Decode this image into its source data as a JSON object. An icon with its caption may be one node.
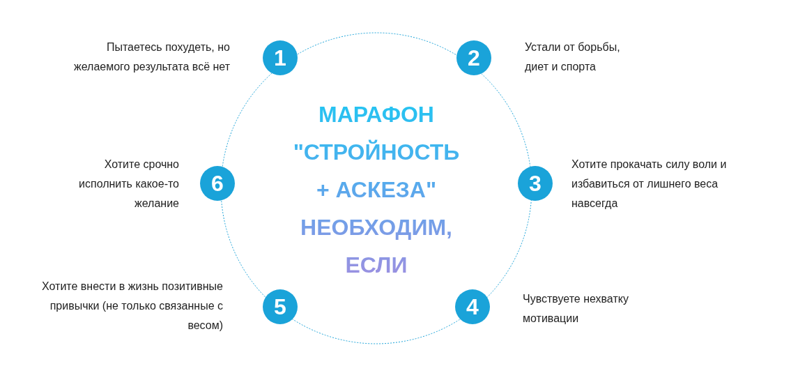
{
  "diagram": {
    "nodes": [
      {
        "text": [
          "МАРАФОН \"СТРОЙНОСТЬ + АСКЕЗА\" НЕОБХОДИМ, ЕСЛИ"
        ]
      },
      {
        "text": [
          "1"
        ],
        "beside": [
          "Пытаетесь похудеть, но желаемого результата всё нет"
        ]
      },
      {
        "text": [
          "2"
        ],
        "beside": [
          "Устали от борьбы, диет и спорта"
        ]
      },
      {
        "text": [
          "3"
        ],
        "beside": [
          "Хотите прокачать силу воли и избавиться от лишнего веса навсегда"
        ]
      },
      {
        "text": [
          "4"
        ],
        "beside": [
          "Чувствуете нехватку мотивации"
        ]
      },
      {
        "text": [
          "5"
        ],
        "beside": [
          "Хотите внести в жизнь позитивные привычки (не только связанные с весом)"
        ]
      },
      {
        "text": [
          "6"
        ],
        "beside": [
          "Хотите срочно исполнить какое-то желание"
        ]
      }
    ],
    "edges": []
  }
}
